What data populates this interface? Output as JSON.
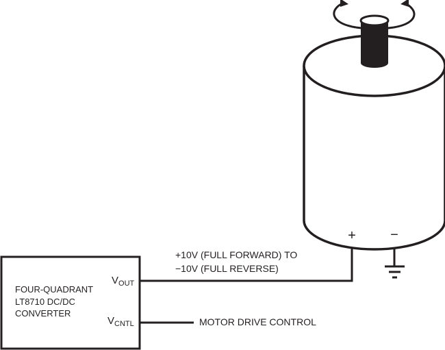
{
  "diagram": {
    "converter": {
      "lines": [
        "FOUR-QUADRANT",
        "LT8710 DC/DC",
        "CONVERTER"
      ],
      "pins": {
        "vout": {
          "main": "V",
          "sub": "OUT"
        },
        "vcntl": {
          "main": "V",
          "sub": "CNTL"
        }
      }
    },
    "output_label": {
      "line1": "+10V (FULL FORWARD) TO",
      "line2": "−10V (FULL REVERSE)"
    },
    "control_label": "MOTOR DRIVE CONTROL",
    "motor": {
      "plus_terminal": "+",
      "minus_terminal": "−"
    },
    "colors": {
      "ink": "#231f20",
      "background": "#ffffff"
    }
  }
}
